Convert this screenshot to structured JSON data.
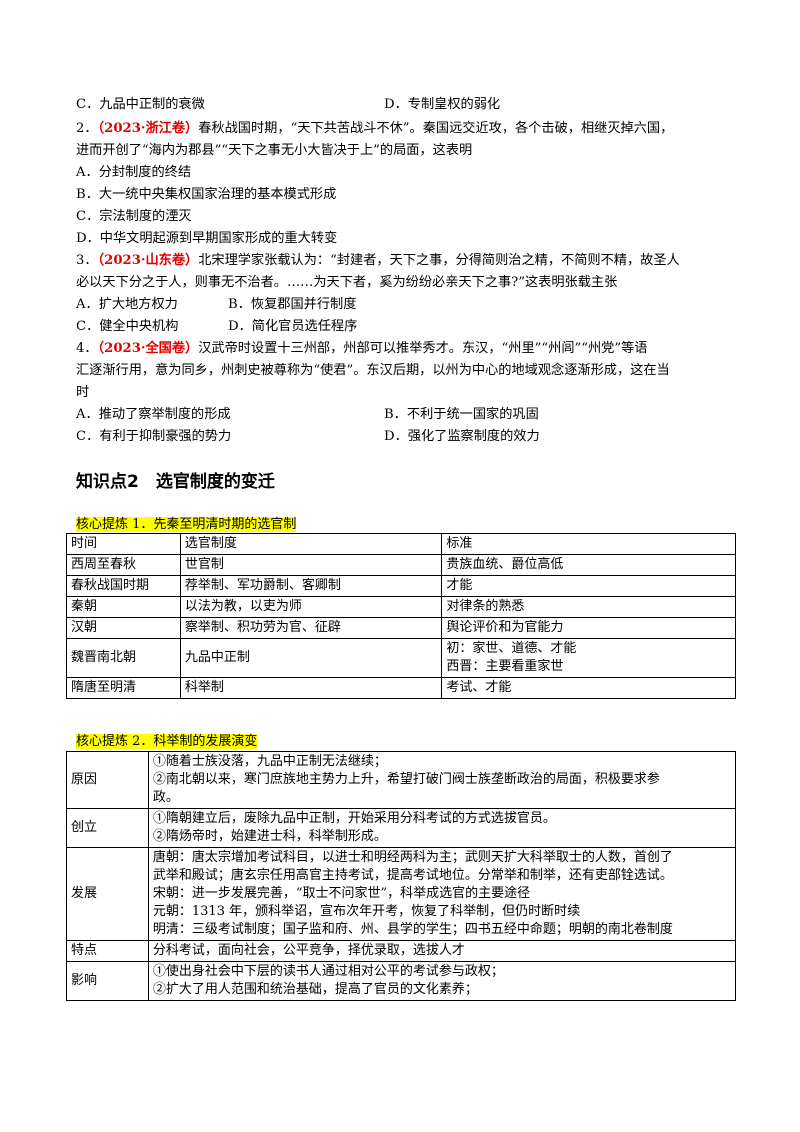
{
  "q1_options": {
    "c": "C．九品中正制的衰微",
    "d": "D．专制皇权的弱化"
  },
  "q2": {
    "num": "2．",
    "source": "（2023·浙江卷）",
    "stem1": "春秋战国时期，“天下共苦战斗不休”。秦国远交近攻，各个击破，相继灭掉六国，",
    "stem2": "进而开创了“海内为郡县”“天下之事无小大皆决于上”的局面，这表明",
    "a": "A．分封制度的终结",
    "b": "B．大一统中央集权国家治理的基本模式形成",
    "c": "C．宗法制度的湮灭",
    "d": "D．中华文明起源到早期国家形成的重大转变"
  },
  "q3": {
    "num": "3．",
    "source": "（2023·山东卷）",
    "stem1": "北宋理学家张载认为：“封建者，天下之事，分得简则治之精，不简则不精，故圣人",
    "stem2": "必以天下分之于人，则事无不治者。……为天下者，奚为纷纷必亲天下之事?”这表明张载主张",
    "a": "A．扩大地方权力",
    "b": "B．恢复郡国并行制度",
    "c": "C．健全中央机构",
    "d": "D．简化官员选任程序"
  },
  "q4": {
    "num": "4．",
    "source": "（2023·全国卷）",
    "stem1": "汉武帝时设置十三州部，州部可以推举秀才。东汉，“州里”“州闾”“州党”等语",
    "stem2": "汇逐渐行用，意为同乡，州刺史被尊称为“使君”。东汉后期，以州为中心的地域观念逐渐形成，这在当",
    "stem3": "时",
    "a": "A．推动了察举制度的形成",
    "b": "B．不利于统一国家的巩固",
    "c": "C．有利于抑制豪强的势力",
    "d": "D．强化了监察制度的效力"
  },
  "section_title": "知识点2　选官制度的变迁",
  "table1": {
    "label": "核心提炼 1．先秦至明清时期的选官制",
    "headers": [
      "时间",
      "选官制度",
      "标准"
    ],
    "rows": [
      [
        "西周至春秋",
        "世官制",
        "贵族血统、爵位高低"
      ],
      [
        "春秋战国时期",
        "荐举制、军功爵制、客卿制",
        "才能"
      ],
      [
        "秦朝",
        "以法为教，以吏为师",
        "对律条的熟悉"
      ],
      [
        "汉朝",
        "察举制、积功劳为官、征辟",
        "舆论评价和为官能力"
      ],
      [
        "魏晋南北朝",
        "九品中正制",
        "初：家世、道德、才能",
        "西晋：主要看重家世"
      ],
      [
        "隋唐至明清",
        "科举制",
        "考试、才能"
      ]
    ]
  },
  "table2": {
    "label": "核心提炼 2．科举制的发展演变",
    "rows": [
      {
        "label": "原因",
        "lines": [
          "①随着士族没落，九品中正制无法继续；",
          "②南北朝以来，寒门庶族地主势力上升，希望打破门阀士族垄断政治的局面，积极要求参",
          "政。"
        ]
      },
      {
        "label": "创立",
        "lines": [
          "①隋朝建立后，废除九品中正制，开始采用分科考试的方式选拔官员。",
          "②隋炀帝时，始建进士科，科举制形成。"
        ]
      },
      {
        "label": "发展",
        "lines": [
          "唐朝：唐太宗增加考试科目，以进士和明经两科为主；武则天扩大科举取士的人数，首创了",
          "武举和殿试；唐玄宗任用高官主持考试，提高考试地位。分常举和制举，还有吏部铨选试。",
          "宋朝：进一步发展完善，“取士不问家世”，科举成选官的主要途径",
          "元朝：1313 年，颁科举诏，宣布次年开考，恢复了科举制，但仍时断时续",
          "明清：三级考试制度；国子监和府、州、县学的学生；四书五经中命题；明朝的南北卷制度"
        ]
      },
      {
        "label": "特点",
        "lines": [
          "分科考试，面向社会，公平竞争，择优录取，选拔人才"
        ]
      },
      {
        "label": "影响",
        "lines": [
          "①使出身社会中下层的读书人通过相对公平的考试参与政权；",
          "②扩大了用人范围和统治基础，提高了官员的文化素养；"
        ]
      }
    ]
  }
}
